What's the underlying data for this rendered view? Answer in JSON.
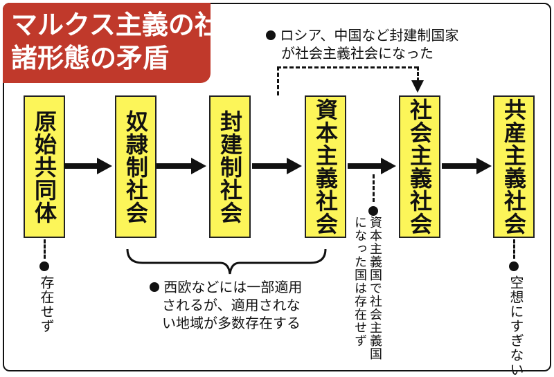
{
  "title": {
    "line1": "マルクス主義の社会",
    "line2": "諸形態の矛盾"
  },
  "stages": [
    {
      "id": "primitive",
      "label": "原始共同体"
    },
    {
      "id": "slave",
      "label": "奴隷制社会"
    },
    {
      "id": "feudal",
      "label": "封建制社会"
    },
    {
      "id": "capitalist",
      "label": "資本主義社会"
    },
    {
      "id": "socialist",
      "label": "社会主義社会"
    },
    {
      "id": "communist",
      "label": "共産主義社会"
    }
  ],
  "notes": {
    "top_line1": "ロシア、中国など封建制国家",
    "top_line2": "が社会主義社会になった",
    "primitive": "存在せず",
    "middle_line1": "西欧などには一部適用",
    "middle_line2": "されるが、適用されな",
    "middle_line3": "い地域が多数存在する",
    "capitalist_col1": "資本主義国で社会主義国",
    "capitalist_col2": "になった国は存在せず",
    "communist": "空想にすぎない"
  },
  "colors": {
    "title_bg": "#c0392b",
    "box_fill": "#fcf559",
    "ink": "#111111"
  }
}
